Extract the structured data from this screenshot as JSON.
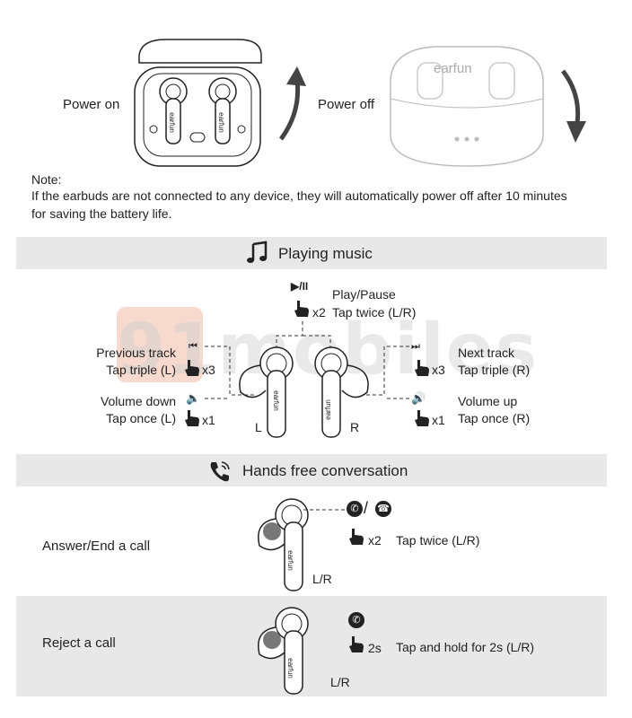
{
  "top": {
    "power_on": "Power on",
    "power_off": "Power off",
    "note_label": "Note:",
    "note_line1": "If the earbuds are not connected to any device, they will automatically power off after 10 minutes",
    "note_line2": "for saving the battery life.",
    "case_brand": "earfun",
    "bud_brand": "earfun"
  },
  "music": {
    "title": "Playing music",
    "play_pause_icon": "▶/II",
    "play_pause_label": "Play/Pause",
    "play_pause_count": "x2",
    "play_pause_action": "Tap twice (L/R)",
    "prev_label": "Previous track",
    "prev_action": "Tap triple (L)",
    "prev_count": "x3",
    "vol_down_label": "Volume down",
    "vol_down_action": "Tap once (L)",
    "vol_down_count": "x1",
    "next_label": "Next track",
    "next_action": "Tap triple (R)",
    "next_count": "x3",
    "vol_up_label": "Volume up",
    "vol_up_action": "Tap once (R)",
    "vol_up_count": "x1",
    "left": "L",
    "right": "R",
    "bud_brand": "earfun"
  },
  "calls": {
    "title": "Hands free conversation",
    "answer_label": "Answer/End a call",
    "answer_count": "x2",
    "answer_action": "Tap twice (L/R)",
    "answer_side": "L/R",
    "reject_label": "Reject a call",
    "reject_count": "2s",
    "reject_action": "Tap and hold for 2s (L/R)",
    "reject_side": "L/R",
    "bud_brand": "earfun"
  },
  "watermark": "91mobiles",
  "colors": {
    "bar": "#e8e8e8",
    "text": "#222222",
    "watermark": "#f1b9a5"
  },
  "icons": [
    "music-note-icon",
    "phone-icon",
    "play-pause-icon",
    "previous-track-icon",
    "next-track-icon",
    "volume-down-icon",
    "volume-up-icon",
    "tap-hand-icon",
    "answer-call-icon",
    "end-call-icon",
    "reject-call-icon",
    "arrow-up-icon",
    "arrow-down-icon"
  ]
}
